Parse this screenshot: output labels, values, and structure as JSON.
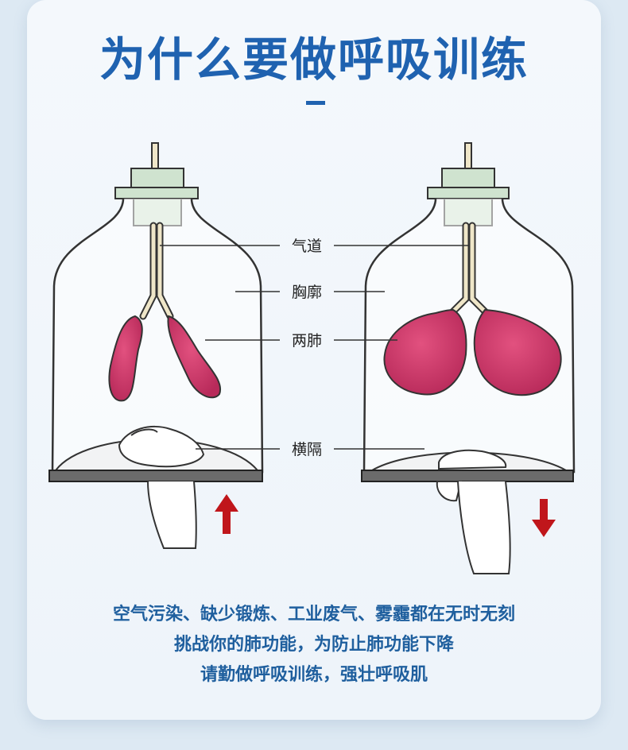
{
  "title": "为什么要做呼吸训练",
  "labels": {
    "airway": "气道",
    "chest": "胸廓",
    "lungs": "两肺",
    "diaphragm": "横隔"
  },
  "captions": [
    "空气污染、缺少锻炼、工业废气、雾霾都在无时无刻",
    "挑战你的肺功能，为防止肺功能下降",
    "请勤做呼吸训练，强壮呼吸肌"
  ],
  "colors": {
    "title": "#1f62b0",
    "caption": "#1f5f9e",
    "lung": "#c83466",
    "arrow": "#c0161b",
    "stopper": "#cfe3cf"
  }
}
